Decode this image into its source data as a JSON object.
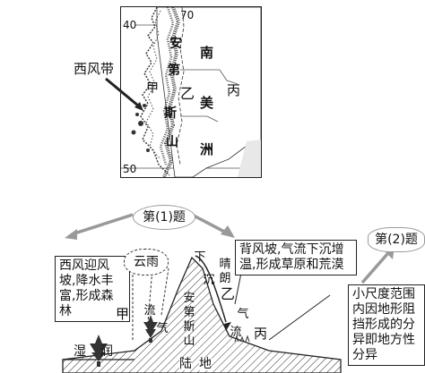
{
  "map": {
    "lat_top": "40",
    "lat_bottom": "50",
    "lon_label": "70",
    "mountain_label_chars": [
      "安",
      "第",
      "斯",
      "山"
    ],
    "continent_label_chars": [
      "南",
      "美",
      "洲"
    ],
    "place_jia": "甲",
    "place_yi": "乙",
    "place_bing": "丙"
  },
  "westerlies_label": "西风带",
  "question1_label": "第(1)题",
  "question2_label": "第(2)题",
  "callout_windward": "西风迎风坡,降水丰富,形成森林",
  "callout_leeward": "背风坡,气流下沉增温,形成草原和荒漠",
  "callout_scale": "小尺度范围内因地形阻挡形成的分异即地方性分异",
  "profile": {
    "cloud_label": "云雨",
    "place_jia": "甲",
    "place_yi": "乙",
    "place_bing": "丙",
    "climate_wet_chars": [
      "湿",
      "润"
    ],
    "sunny_chars": [
      "晴",
      "朗"
    ],
    "rising_airflow_chars": [
      "流",
      "气"
    ],
    "sinking_airflow_chars": [
      "下",
      "沉",
      "气",
      "流"
    ],
    "mountain_chars": [
      "安",
      "第",
      "斯",
      "山"
    ],
    "land_chars": [
      "陆",
      "地"
    ]
  }
}
